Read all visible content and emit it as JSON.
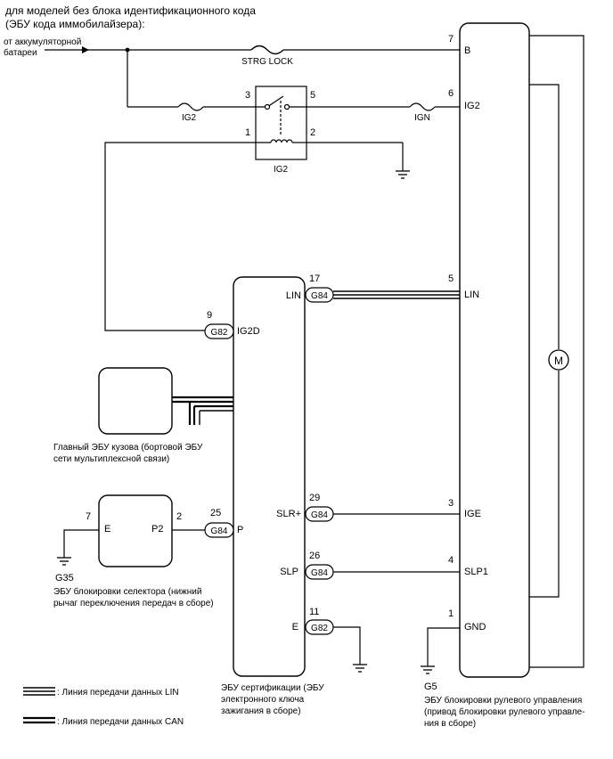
{
  "title": {
    "line1": "для моделей без блока идентификационного кода",
    "line2": "(ЭБУ кода иммобилайзера):"
  },
  "source": {
    "line1": "от аккумуляторной",
    "line2": "батареи"
  },
  "fuses": {
    "strg_lock": "STRG LOCK",
    "ig2": "IG2",
    "ign": "IGN"
  },
  "relay": {
    "label": "IG2",
    "pin_3": "3",
    "pin_5": "5",
    "pin_1": "1",
    "pin_2": "2"
  },
  "steering_ecu": {
    "pins": {
      "b": {
        "num": "7",
        "name": "B"
      },
      "ig2": {
        "num": "6",
        "name": "IG2"
      },
      "lin": {
        "num": "5",
        "name": "LIN"
      },
      "ige": {
        "num": "3",
        "name": "IGE"
      },
      "slp1": {
        "num": "4",
        "name": "SLP1"
      },
      "gnd": {
        "num": "1",
        "name": "GND"
      }
    },
    "ground": "G5",
    "caption": {
      "line1": "ЭБУ блокировки рулевого управления",
      "line2": "(привод блокировки рулевого управле-",
      "line3": "ния в сборе)"
    },
    "motor": "M"
  },
  "cert_ecu": {
    "pins": {
      "lin": {
        "num": "17",
        "name": "LIN",
        "conn": "G84"
      },
      "ig2d": {
        "num": "9",
        "name": "IG2D",
        "conn": "G82"
      },
      "slr": {
        "num": "29",
        "name": "SLR+",
        "conn": "G84"
      },
      "slp": {
        "num": "26",
        "name": "SLP",
        "conn": "G84"
      },
      "p": {
        "num": "25",
        "name": "P",
        "conn": "G84"
      },
      "e": {
        "num": "11",
        "name": "E",
        "conn": "G82"
      }
    },
    "caption": {
      "line1": "ЭБУ сертификации (ЭБУ",
      "line2": "электронного ключа",
      "line3": "зажигания в сборе)"
    }
  },
  "body_ecu": {
    "caption": {
      "line1": "Главный ЭБУ кузова (бортовой ЭБУ",
      "line2": "сети мультиплексной связи)"
    }
  },
  "shift_lock": {
    "pins": {
      "e": {
        "num": "7",
        "name": "E"
      },
      "p2": {
        "num": "2",
        "name": "P2"
      }
    },
    "ground": "G35",
    "caption": {
      "line1": "ЭБУ блокировки селектора (нижний",
      "line2": "рычаг переключения передач в сборе)"
    }
  },
  "legend": {
    "lin": ": Линия передачи данных LIN",
    "can": ": Линия передачи данных CAN"
  }
}
